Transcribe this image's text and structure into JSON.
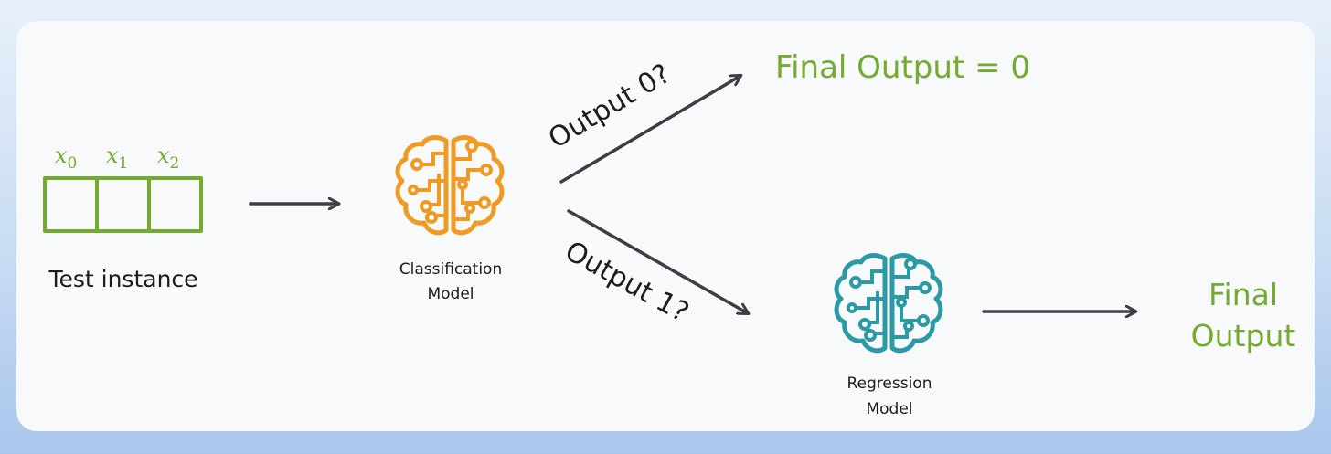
{
  "input": {
    "labels": [
      "x",
      "x",
      "x"
    ],
    "subscripts": [
      "0",
      "1",
      "2"
    ],
    "caption": "Test instance"
  },
  "classifier": {
    "label_line1": "Classification",
    "label_line2": "Model",
    "icon": "brain-circuit-icon"
  },
  "regressor": {
    "label_line1": "Regression",
    "label_line2": "Model",
    "icon": "brain-circuit-icon"
  },
  "branches": {
    "upper": "Output 0?",
    "lower": "Output 1?"
  },
  "outputs": {
    "final_zero": "Final Output = 0",
    "final_line1": "Final",
    "final_line2": "Output"
  },
  "colors": {
    "green": "#72ab2e",
    "orange": "#ef9a22",
    "teal": "#2a9aa6",
    "ink": "#3b3f44",
    "text": "#1c1c1c"
  }
}
